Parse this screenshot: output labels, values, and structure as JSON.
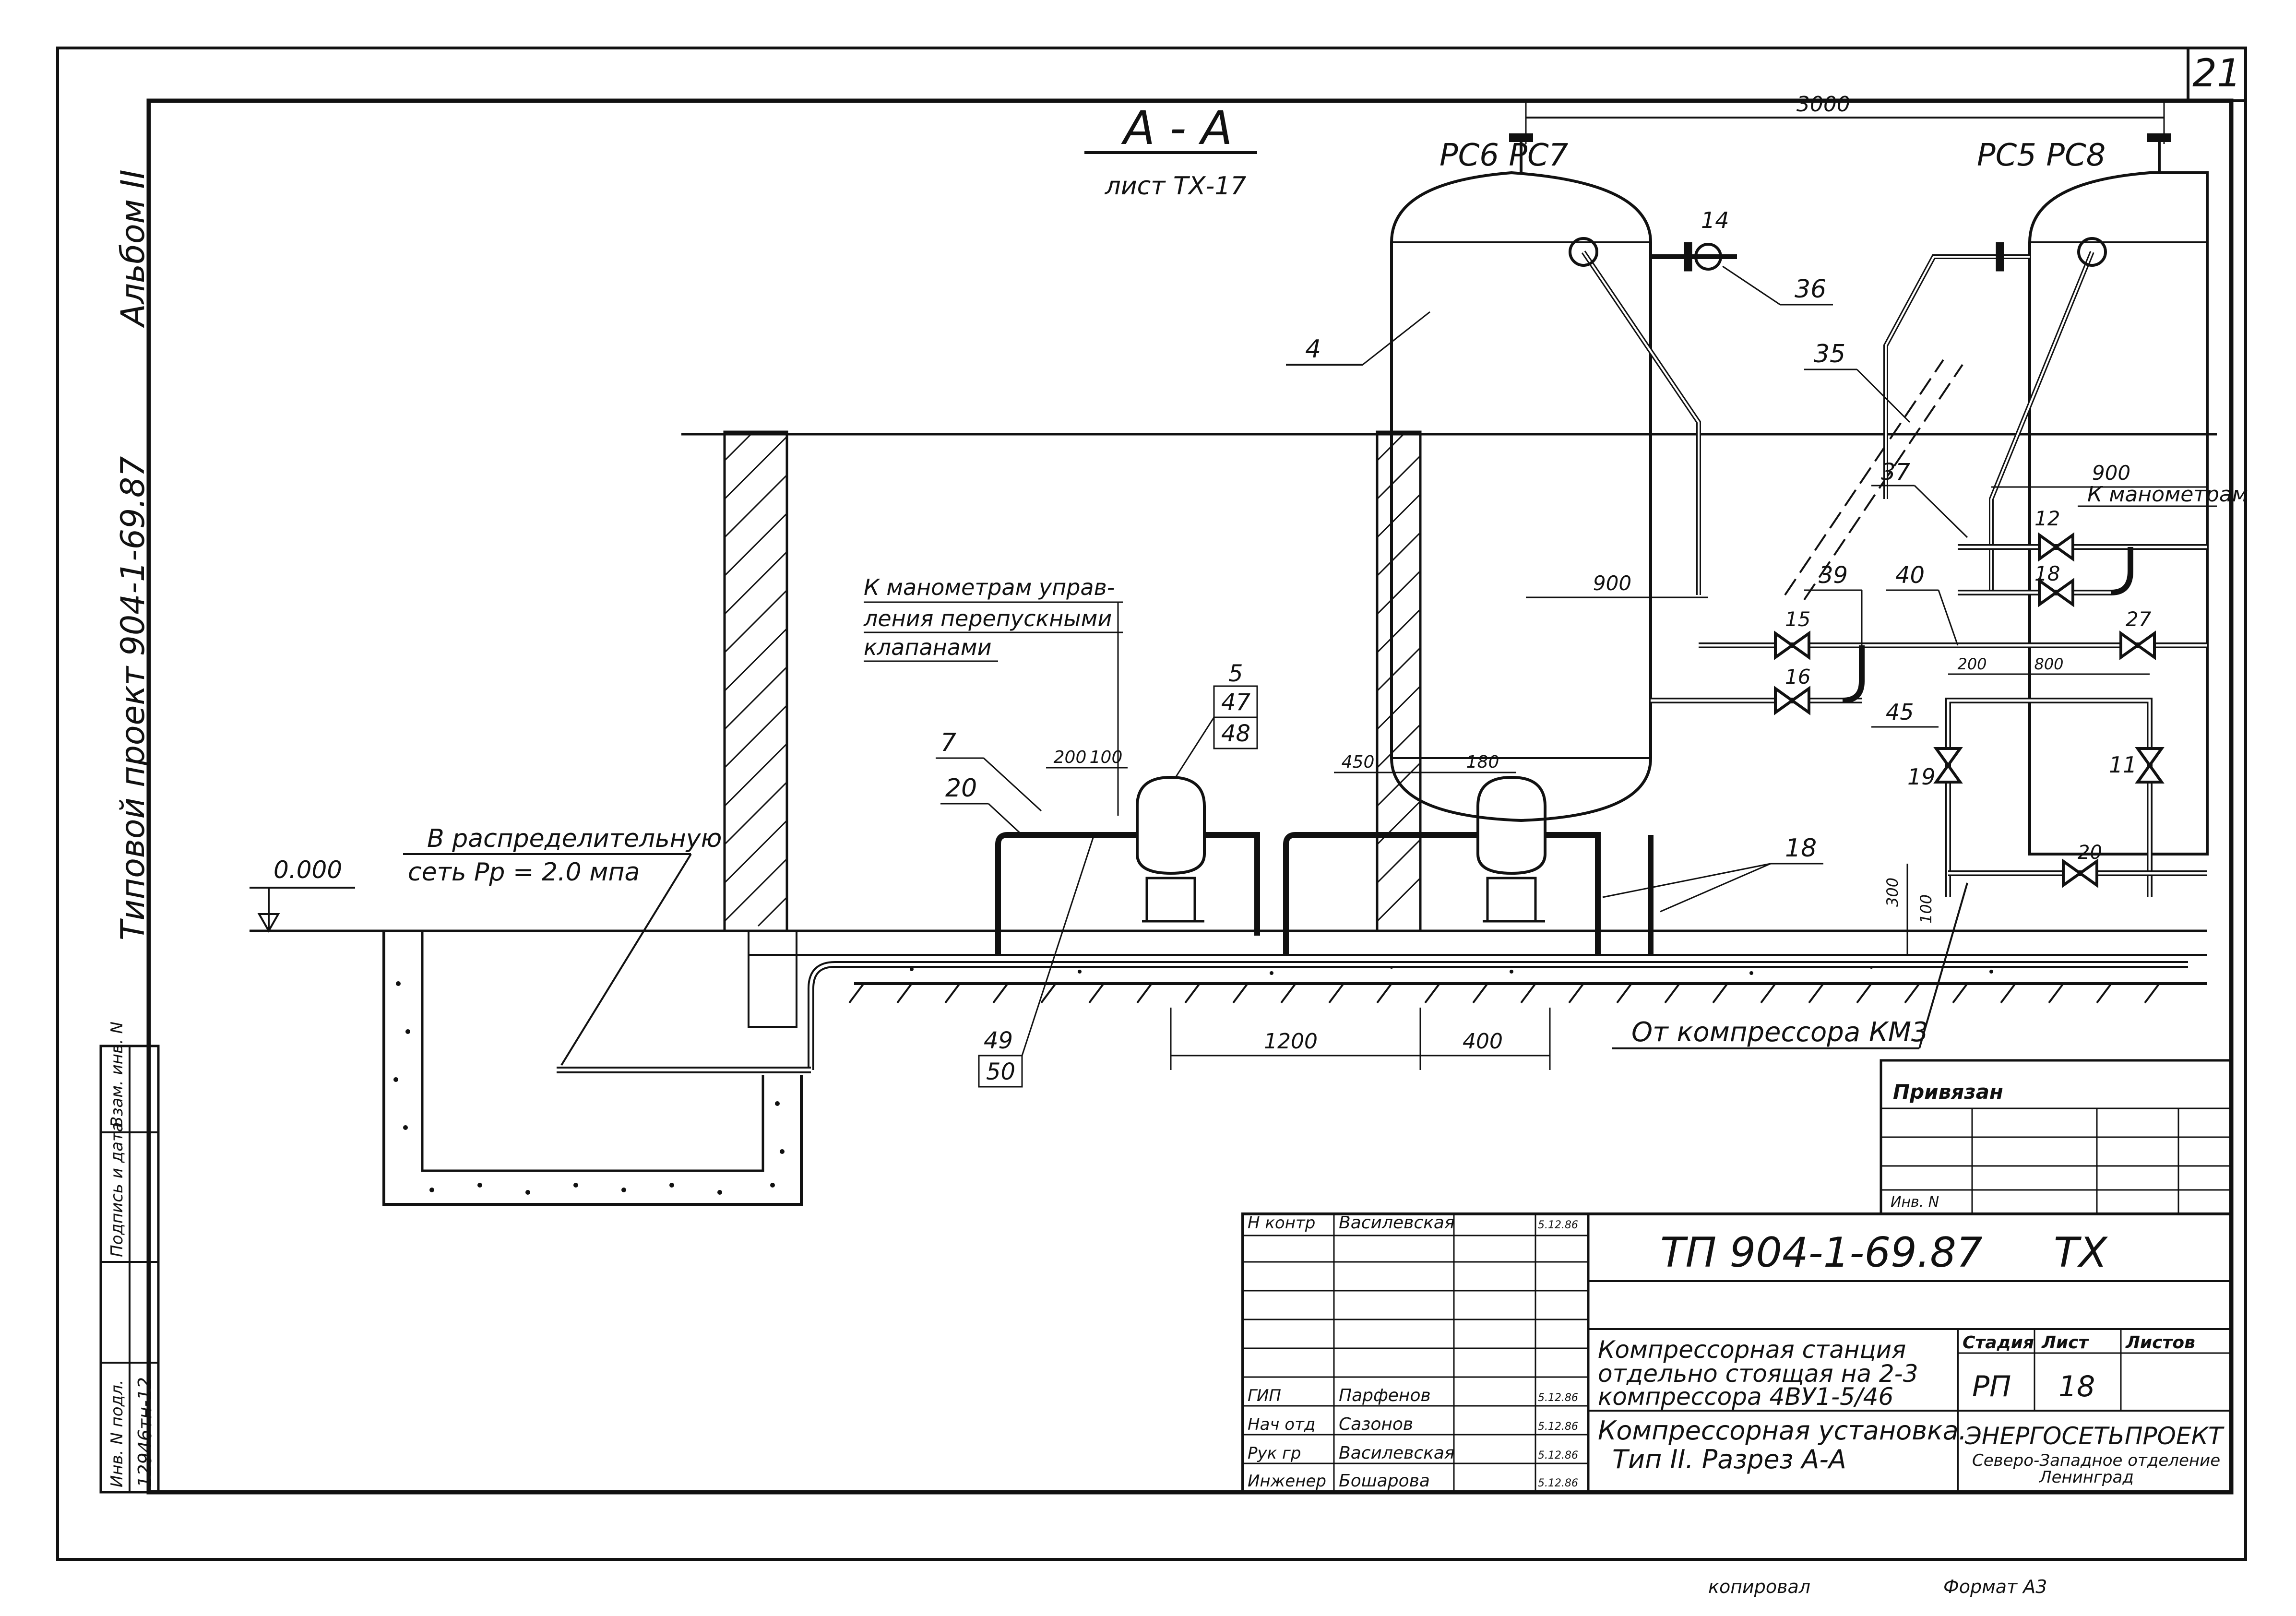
{
  "sheet_number": "21",
  "section": {
    "title": "А - А",
    "ref": "лист ТХ-17"
  },
  "left_margin": {
    "album": "Альбом II",
    "project": "Типовой проект 904-1-69.87"
  },
  "stamp_left": {
    "inv_label": "Инв. N подл.",
    "sign_label": "Подпись и дата",
    "vzam_label": "Взам. инв. N",
    "inv_value": "12946тн-12"
  },
  "level_mark": "0.000",
  "labels": {
    "network_line1": "В распределительную",
    "network_line2": "сеть Рр = 2.0 мпа",
    "manometer_line1": "К манометрам управ-",
    "manometer_line2": "ления перепускными",
    "manometer_line3": "клапанами",
    "manometer_right": "К манометрам",
    "from_compressor": "От компрессора КМ3",
    "valves_left": "РС6 РС7",
    "valves_right": "РС5 РС8"
  },
  "dimensions": {
    "d3000": "3000",
    "d900a": "900",
    "d900b": "900",
    "d200a": "200",
    "d100a": "100",
    "d450": "450",
    "d180": "180",
    "d1200": "1200",
    "d400": "400",
    "d200b": "200",
    "d800": "800",
    "d300": "300",
    "d100b": "100"
  },
  "callouts": {
    "c4": "4",
    "c5": "5",
    "c47": "47",
    "c48": "48",
    "c7": "7",
    "c20": "20",
    "c49": "49",
    "c50": "50",
    "c14": "14",
    "c36": "36",
    "c35": "35",
    "c37": "37",
    "c12": "12",
    "c18a": "18",
    "c39": "39",
    "c40": "40",
    "c15": "15",
    "c16": "16",
    "c27": "27",
    "c45": "45",
    "c19": "19",
    "c11": "11",
    "c20b": "20",
    "c18b": "18"
  },
  "privyazan": {
    "title": "Привязан",
    "inv": "Инв. N"
  },
  "title_block": {
    "doc_code": "ТП 904-1-69.87",
    "mark": "ТХ",
    "object_line1": "Компрессорная станция",
    "object_line2": "отдельно стоящая на 2-3",
    "object_line3": "компрессора 4ВУ1-5/46",
    "sheet_title_line1": "Компрессорная установка.",
    "sheet_title_line2": "Тип II. Разрез А-А",
    "stage_label": "Стадия",
    "sheet_label": "Лист",
    "sheets_label": "Листов",
    "stage": "РП",
    "sheet": "18",
    "sheets": "",
    "org_line1": "ЭНЕРГОСЕТЬПРОЕКТ",
    "org_line2": "Северо-Западное отделение",
    "org_line3": "Ленинград",
    "signatures": [
      {
        "role": "Н контр",
        "name": "Василевская",
        "date": "5.12.86"
      },
      {
        "role": "ГИП",
        "name": "Парфенов",
        "date": "5.12.86"
      },
      {
        "role": "Нач отд",
        "name": "Сазонов",
        "date": "5.12.86"
      },
      {
        "role": "Рук гр",
        "name": "Василевская",
        "date": "5.12.86"
      },
      {
        "role": "Инженер",
        "name": "Бошарова",
        "date": "5.12.86"
      }
    ]
  },
  "footer": {
    "copied": "копировал",
    "format": "Формат А3"
  }
}
